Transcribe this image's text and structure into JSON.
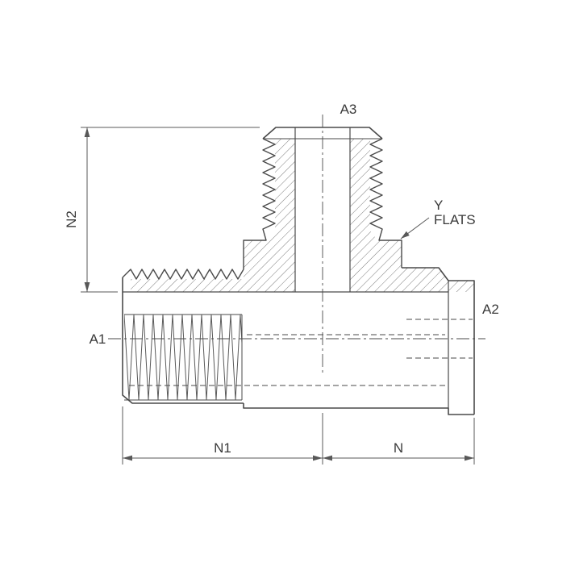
{
  "drawing": {
    "colors": {
      "line": "#4a4a4a",
      "text": "#3a3a3a",
      "background": "#ffffff"
    },
    "labels": {
      "a1": "A1",
      "a2": "A2",
      "a3": "A3",
      "n": "N",
      "n1": "N1",
      "n2": "N2",
      "y_flats_line1": "Y",
      "y_flats_line2": "FLATS"
    }
  }
}
